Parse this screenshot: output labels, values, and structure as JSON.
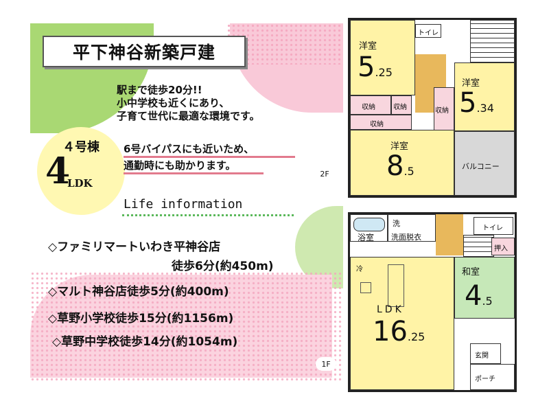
{
  "left": {
    "title": "平下神谷新築戸建",
    "unit": "４号棟",
    "layout_big": "4",
    "layout_small": "LDK",
    "desc_lines": [
      "駅まで徒歩20分!!",
      "小中学校も近くにあり、",
      "子育て世代に最適な環境です。"
    ],
    "highlight_lines": [
      "6号バイパスにも近いため、",
      "通勤時にも助かります。"
    ],
    "life_title": "Life information",
    "spots": [
      "◇ファミリマートいわき平神谷店",
      "徒歩6分(約450m)",
      "◇マルト神谷店徒歩5分(約400m)",
      "◇草野小学校徒歩15分(約1156m)",
      "◇草野中学校徒歩14分(約1054m)"
    ]
  },
  "floor2": {
    "tag": "2F",
    "rooms": {
      "r1_label": "洋室",
      "r1_int": "5",
      "r1_dec": ".25",
      "r2_label": "洋室",
      "r2_int": "5",
      "r2_dec": ".34",
      "r3_label": "洋室",
      "r3_int": "8",
      "r3_dec": ".5",
      "toilet": "トイレ",
      "storage1": "収納",
      "storage2": "収納",
      "storage3": "収納",
      "storage4": "収納",
      "balcony": "バルコニー"
    }
  },
  "floor1": {
    "tag": "1F",
    "rooms": {
      "bath": "浴室",
      "wash_short": "洗",
      "wash": "洗面脱衣",
      "toilet": "トイレ",
      "closet": "押入",
      "washitsu": "和室",
      "w_int": "4",
      "w_dec": ".5",
      "fridge": "冷",
      "ldk_label": "LDK",
      "ldk_int": "16",
      "ldk_dec": ".25",
      "entrance": "玄関",
      "porch": "ポーチ"
    }
  },
  "colors": {
    "green": "#a9d873",
    "pink": "#f9c9d8",
    "yellow": "#fff8b2",
    "room_yellow": "#fff3a6",
    "corridor_tan": "#e8b85c",
    "accent_red": "#e27a8d"
  }
}
